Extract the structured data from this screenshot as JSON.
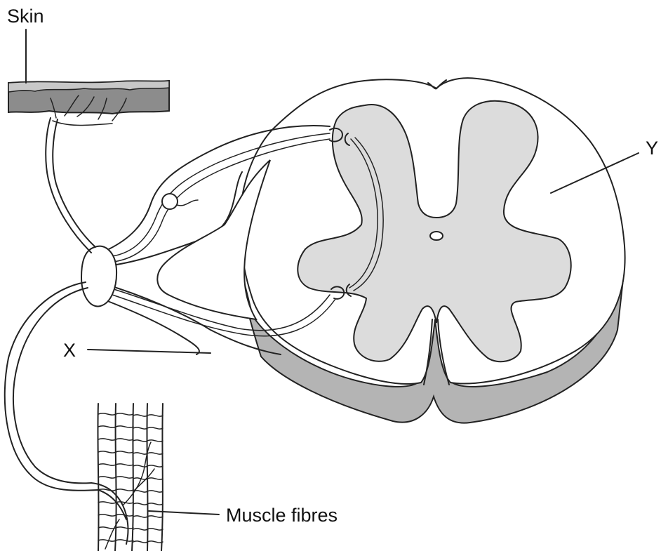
{
  "labels": {
    "skin": "Skin",
    "x": "X",
    "y": "Y",
    "muscle": "Muscle fibres"
  },
  "colors": {
    "grey_matter": "#dcdcdc",
    "shadow": "#b4b4b4",
    "skin_dark": "#8c8c8c",
    "skin_light": "#c8c8c8",
    "outline": "#222222"
  }
}
